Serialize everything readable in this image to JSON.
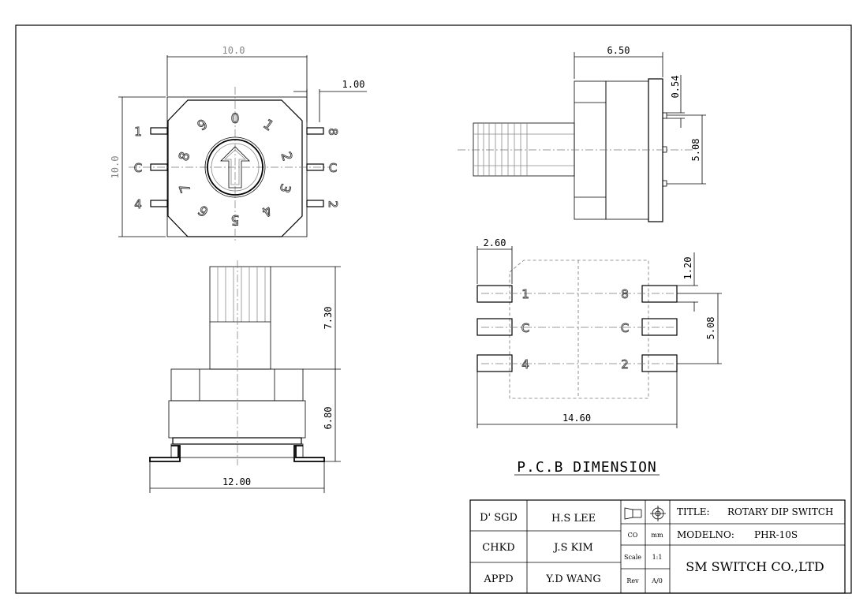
{
  "top_view": {
    "width_dim": "10.0",
    "height_dim": "10.0",
    "pin_dim": "1.00",
    "dial_numbers": [
      "0",
      "1",
      "2",
      "3",
      "4",
      "5",
      "6",
      "7",
      "8",
      "9"
    ],
    "pins_left": [
      "1",
      "C",
      "4"
    ],
    "pins_right": [
      "8",
      "C",
      "2"
    ]
  },
  "side_view": {
    "width_dim": "6.50",
    "top_dim": "0.54",
    "pitch_dim": "5.08"
  },
  "front_view": {
    "shaft_dim": "7.30",
    "body_dim": "6.80",
    "width_dim": "12.00"
  },
  "pcb": {
    "pad_dim": "2.60",
    "pad_h_dim": "1.20",
    "pitch_dim": "5.08",
    "width_dim": "14.60",
    "labels_left": [
      "1",
      "C",
      "4"
    ],
    "labels_right": [
      "8",
      "C",
      "2"
    ],
    "caption": "P.C.B DIMENSION"
  },
  "title_block": {
    "dsgd_label": "D' SGD",
    "dsgd_name": "H.S LEE",
    "chkd_label": "CHKD",
    "chkd_name": "J.S KIM",
    "appd_label": "APPD",
    "appd_name": "Y.D WANG",
    "co_label": "CO",
    "unit": "mm",
    "scale_label": "Scale",
    "scale_value": "1:1",
    "rev_label": "Rev",
    "rev_value": "A/0",
    "title_label": "TITLE:",
    "title_value": "ROTARY DIP SWITCH",
    "model_label": "MODELNO:",
    "model_value": "PHR-10S",
    "company": "SM SWITCH CO.,LTD"
  }
}
